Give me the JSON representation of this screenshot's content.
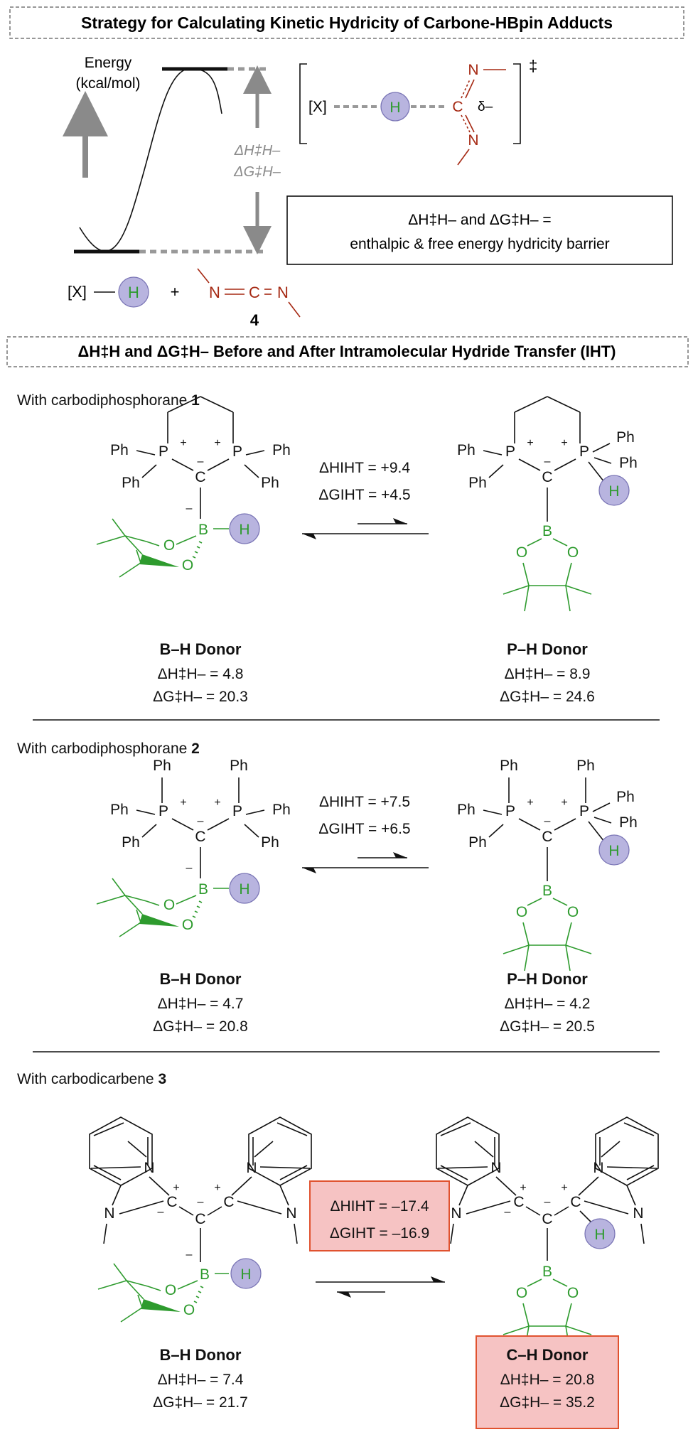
{
  "colors": {
    "green": "#2e9b2e",
    "red": "#a52812",
    "hcircle": "#b8b4df",
    "hstroke": "#7b76b6",
    "highlight": "#f6c3c3",
    "highlightBorder": "#e0522f",
    "gray": "#8a8a8a"
  },
  "header": {
    "title": "Strategy for Calculating Kinetic Hydricity of Carbone-HBpin Adducts"
  },
  "diagram": {
    "energy": "Energy",
    "energy_unit": "(kcal/mol)",
    "barrier_h": "ΔH‡H–",
    "barrier_g": "ΔG‡H–",
    "X": "[X]",
    "H": "H",
    "plus": "+",
    "compound": "4",
    "N": "N",
    "C": "C",
    "dagger": "‡",
    "delta_minus": "δ–",
    "def_line1": "ΔH‡H– and ΔG‡H– =",
    "def_line2": "enthalpic & free energy hydricity barrier"
  },
  "section2": {
    "title": "ΔH‡H and ΔG‡H– Before and After Intramolecular Hydride Transfer (IHT)"
  },
  "atoms": {
    "Ph": "Ph",
    "P": "P",
    "C": "C",
    "B": "B",
    "O": "O",
    "N": "N",
    "H": "H",
    "plus": "+",
    "minus": "–"
  },
  "panels": [
    {
      "heading_prefix": "With carbodiphosphorane ",
      "heading_num": "1",
      "dH_iht": "ΔHIHT = +9.4",
      "dG_iht": "ΔGIHT = +4.5",
      "left_title": "B–H Donor",
      "left_dH": "ΔH‡H– = 4.8",
      "left_dG": "ΔG‡H– = 20.3",
      "right_title": "P–H Donor",
      "right_dH": "ΔH‡H– = 8.9",
      "right_dG": "ΔG‡H– = 24.6"
    },
    {
      "heading_prefix": "With carbodiphosphorane ",
      "heading_num": "2",
      "dH_iht": "ΔHIHT = +7.5",
      "dG_iht": "ΔGIHT = +6.5",
      "left_title": "B–H Donor",
      "left_dH": "ΔH‡H– = 4.7",
      "left_dG": "ΔG‡H– = 20.8",
      "right_title": "P–H Donor",
      "right_dH": "ΔH‡H– = 4.2",
      "right_dG": "ΔG‡H– = 20.5"
    },
    {
      "heading_prefix": "With carbodicarbene ",
      "heading_num": "3",
      "dH_iht": "ΔHIHT = –17.4",
      "dG_iht": "ΔGIHT = –16.9",
      "left_title": "B–H Donor",
      "left_dH": "ΔH‡H– = 7.4",
      "left_dG": "ΔG‡H– = 21.7",
      "right_title": "C–H Donor",
      "right_dH": "ΔH‡H– = 20.8",
      "right_dG": "ΔG‡H– = 35.2"
    }
  ]
}
